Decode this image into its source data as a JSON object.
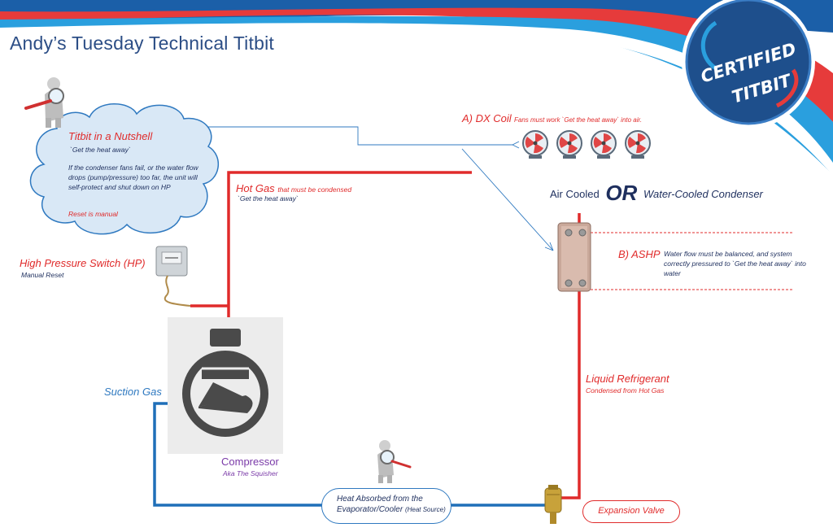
{
  "header": {
    "title": "Andy’s Tuesday Technical Titbit",
    "badge_line1": "CERTIFIED",
    "badge_line2": "TITBIT"
  },
  "nutshell": {
    "title": "Titbit in a Nutshell",
    "subtitle": "`Get the heat away`",
    "body": "If the condenser fans fail, or the water flow drops (pump/pressure) too far, the unit will self-protect and shut down on HP",
    "reset": "Reset is manual"
  },
  "dx_coil": {
    "label": "A) DX Coil",
    "note": "Fans must work `Get the heat away` into air."
  },
  "condenser": {
    "air": "Air Cooled",
    "or": "OR",
    "water": "Water-Cooled Condenser"
  },
  "ashp": {
    "label": "B) ASHP",
    "note": "Water flow must be balanced, and system correctly pressured to  `Get the heat away` into water"
  },
  "hot_gas": {
    "label": "Hot Gas",
    "label_suffix": "that must be condensed",
    "note": "`Get the heat away`"
  },
  "hp_switch": {
    "label": "High Pressure Switch (HP)",
    "note": "Manual Reset"
  },
  "suction": {
    "label": "Suction Gas"
  },
  "liquid": {
    "label": "Liquid Refrigerant",
    "note": "Condensed from Hot Gas"
  },
  "compressor": {
    "label": "Compressor",
    "note": "Aka The Squisher"
  },
  "evaporator": {
    "line1": "Heat Absorbed from the",
    "line2": "Evaporator/Cooler",
    "line2_suffix": "(Heat Source)"
  },
  "expansion_valve": {
    "label": "Expansion Valve"
  },
  "colors": {
    "hot_line": "#e02b2b",
    "cold_line": "#2f79c0",
    "navy": "#1e2f5e",
    "brand_blue": "#1b5fa8"
  },
  "icons": [
    "magnifier-figure-icon",
    "fan-icon",
    "plate-heat-exchanger-icon",
    "pressure-switch-icon",
    "compressor-icon",
    "expansion-valve-icon"
  ]
}
